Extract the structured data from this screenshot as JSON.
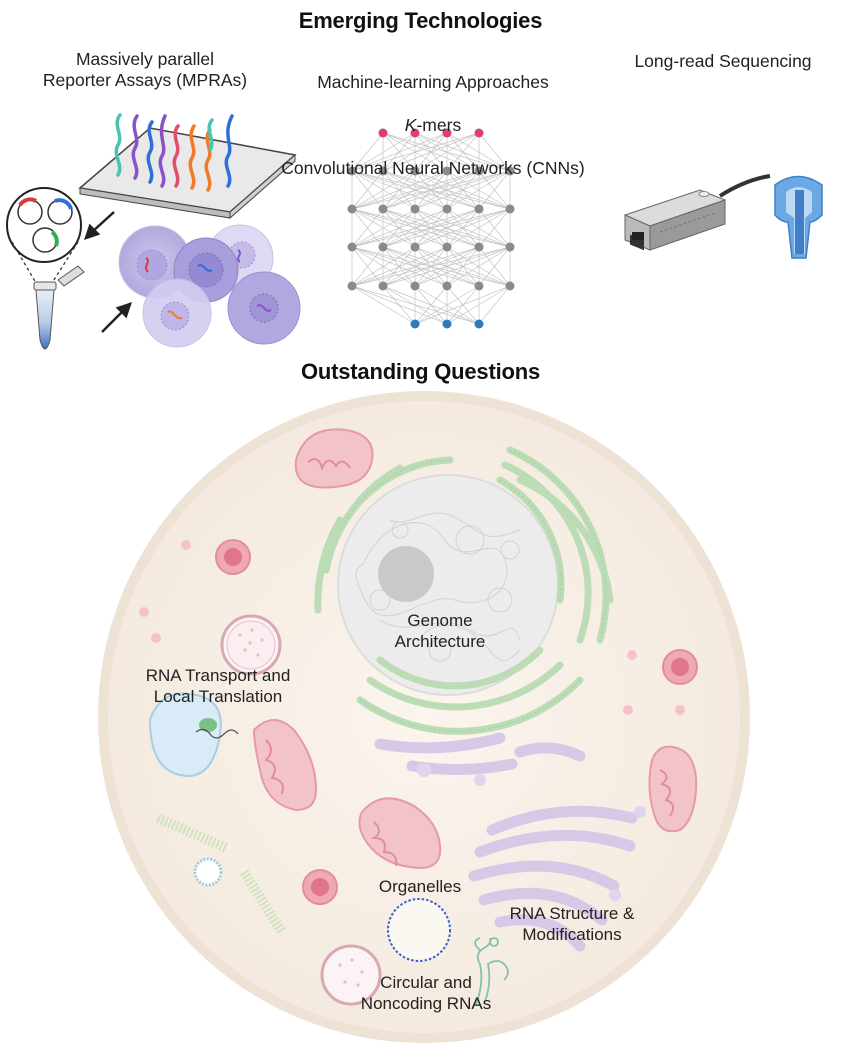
{
  "emerging": {
    "title": "Emerging Technologies",
    "mpra_label": "Massively parallel\nReporter Assays (MPRAs)",
    "ml_line1": "Machine-learning Approaches",
    "ml_kmers_k": "K",
    "ml_kmers_rest": "-mers",
    "ml_line3": "Convolutional Neural Networks (CNNs)",
    "longread_label": "Long-read Sequencing"
  },
  "outstanding": {
    "title": "Outstanding Questions",
    "genome": "Genome\nArchitecture",
    "rna_transport": "RNA Transport and\nLocal Translation",
    "organelles": "Organelles",
    "rna_structure": "RNA Structure &\nModifications",
    "circular": "Circular and\nNoncoding RNAs"
  },
  "colors": {
    "node_top": "#d9436b",
    "node_mid": "#8a8a8a",
    "node_bottom": "#2b7bbd",
    "cell_fill": "#f7efe6",
    "cell_border": "#e8dccb",
    "mitochondria": "#f2b8c0",
    "er": "#b9ddb5",
    "golgi": "#d8c8e8"
  }
}
